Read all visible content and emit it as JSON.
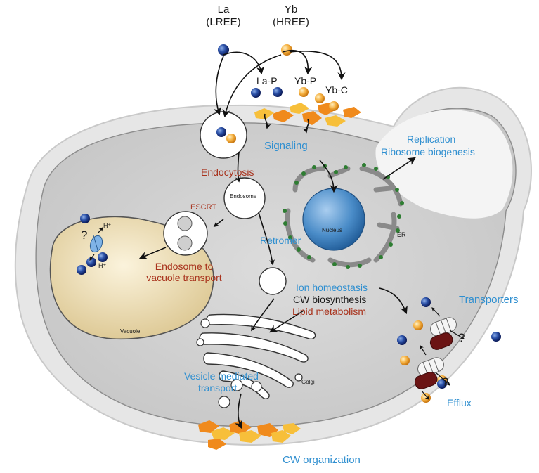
{
  "ions": {
    "la": {
      "name": "La",
      "class": "(LREE)",
      "color": "#1f3f95"
    },
    "yb": {
      "name": "Yb",
      "class": "(HREE)",
      "color": "#f3ad3a"
    }
  },
  "complexes": {
    "la_p": "La-P",
    "yb_p": "Yb-P",
    "yb_c": "Yb-C"
  },
  "processes": {
    "signaling": "Signaling",
    "replication": "Replication",
    "ribosome": "Ribosome biogenesis",
    "endocytosis": "Endocytosis",
    "endosome": "Endosome",
    "escrt": "ESCRT",
    "retromer": "Retromer",
    "endo_vac_1": "Endosome to",
    "endo_vac_2": "vacuole transport",
    "ion_homeostasis": "Ion homeostasis",
    "cw_biosynthesis": "CW biosynthesis",
    "lipid_metabolism": "Lipid metabolism",
    "transporters": "Transporters",
    "efflux": "Efflux",
    "vesicle_1": "Vesicle mediated",
    "vesicle_2": "transport",
    "cw_organization": "CW organization"
  },
  "organelles": {
    "nucleus": "Nucleus",
    "er": "ER",
    "golgi": "Golgi",
    "vacuole": "Vacuole"
  },
  "symbols": {
    "question": "?",
    "proton": "H⁺"
  },
  "colors": {
    "process_blue": "#2f8fd0",
    "process_red": "#a8321c",
    "cell_wall": "#e6e6e6",
    "cytoplasm": "#d2d2d2",
    "nucleus": "#3d7fb8",
    "vacuole": "#e8d9b2",
    "transporter_dark": "#6b1414",
    "er_dots": "#2e7d32",
    "cw_orange": "#f08a1c",
    "cw_yellow": "#f7bf3a"
  }
}
